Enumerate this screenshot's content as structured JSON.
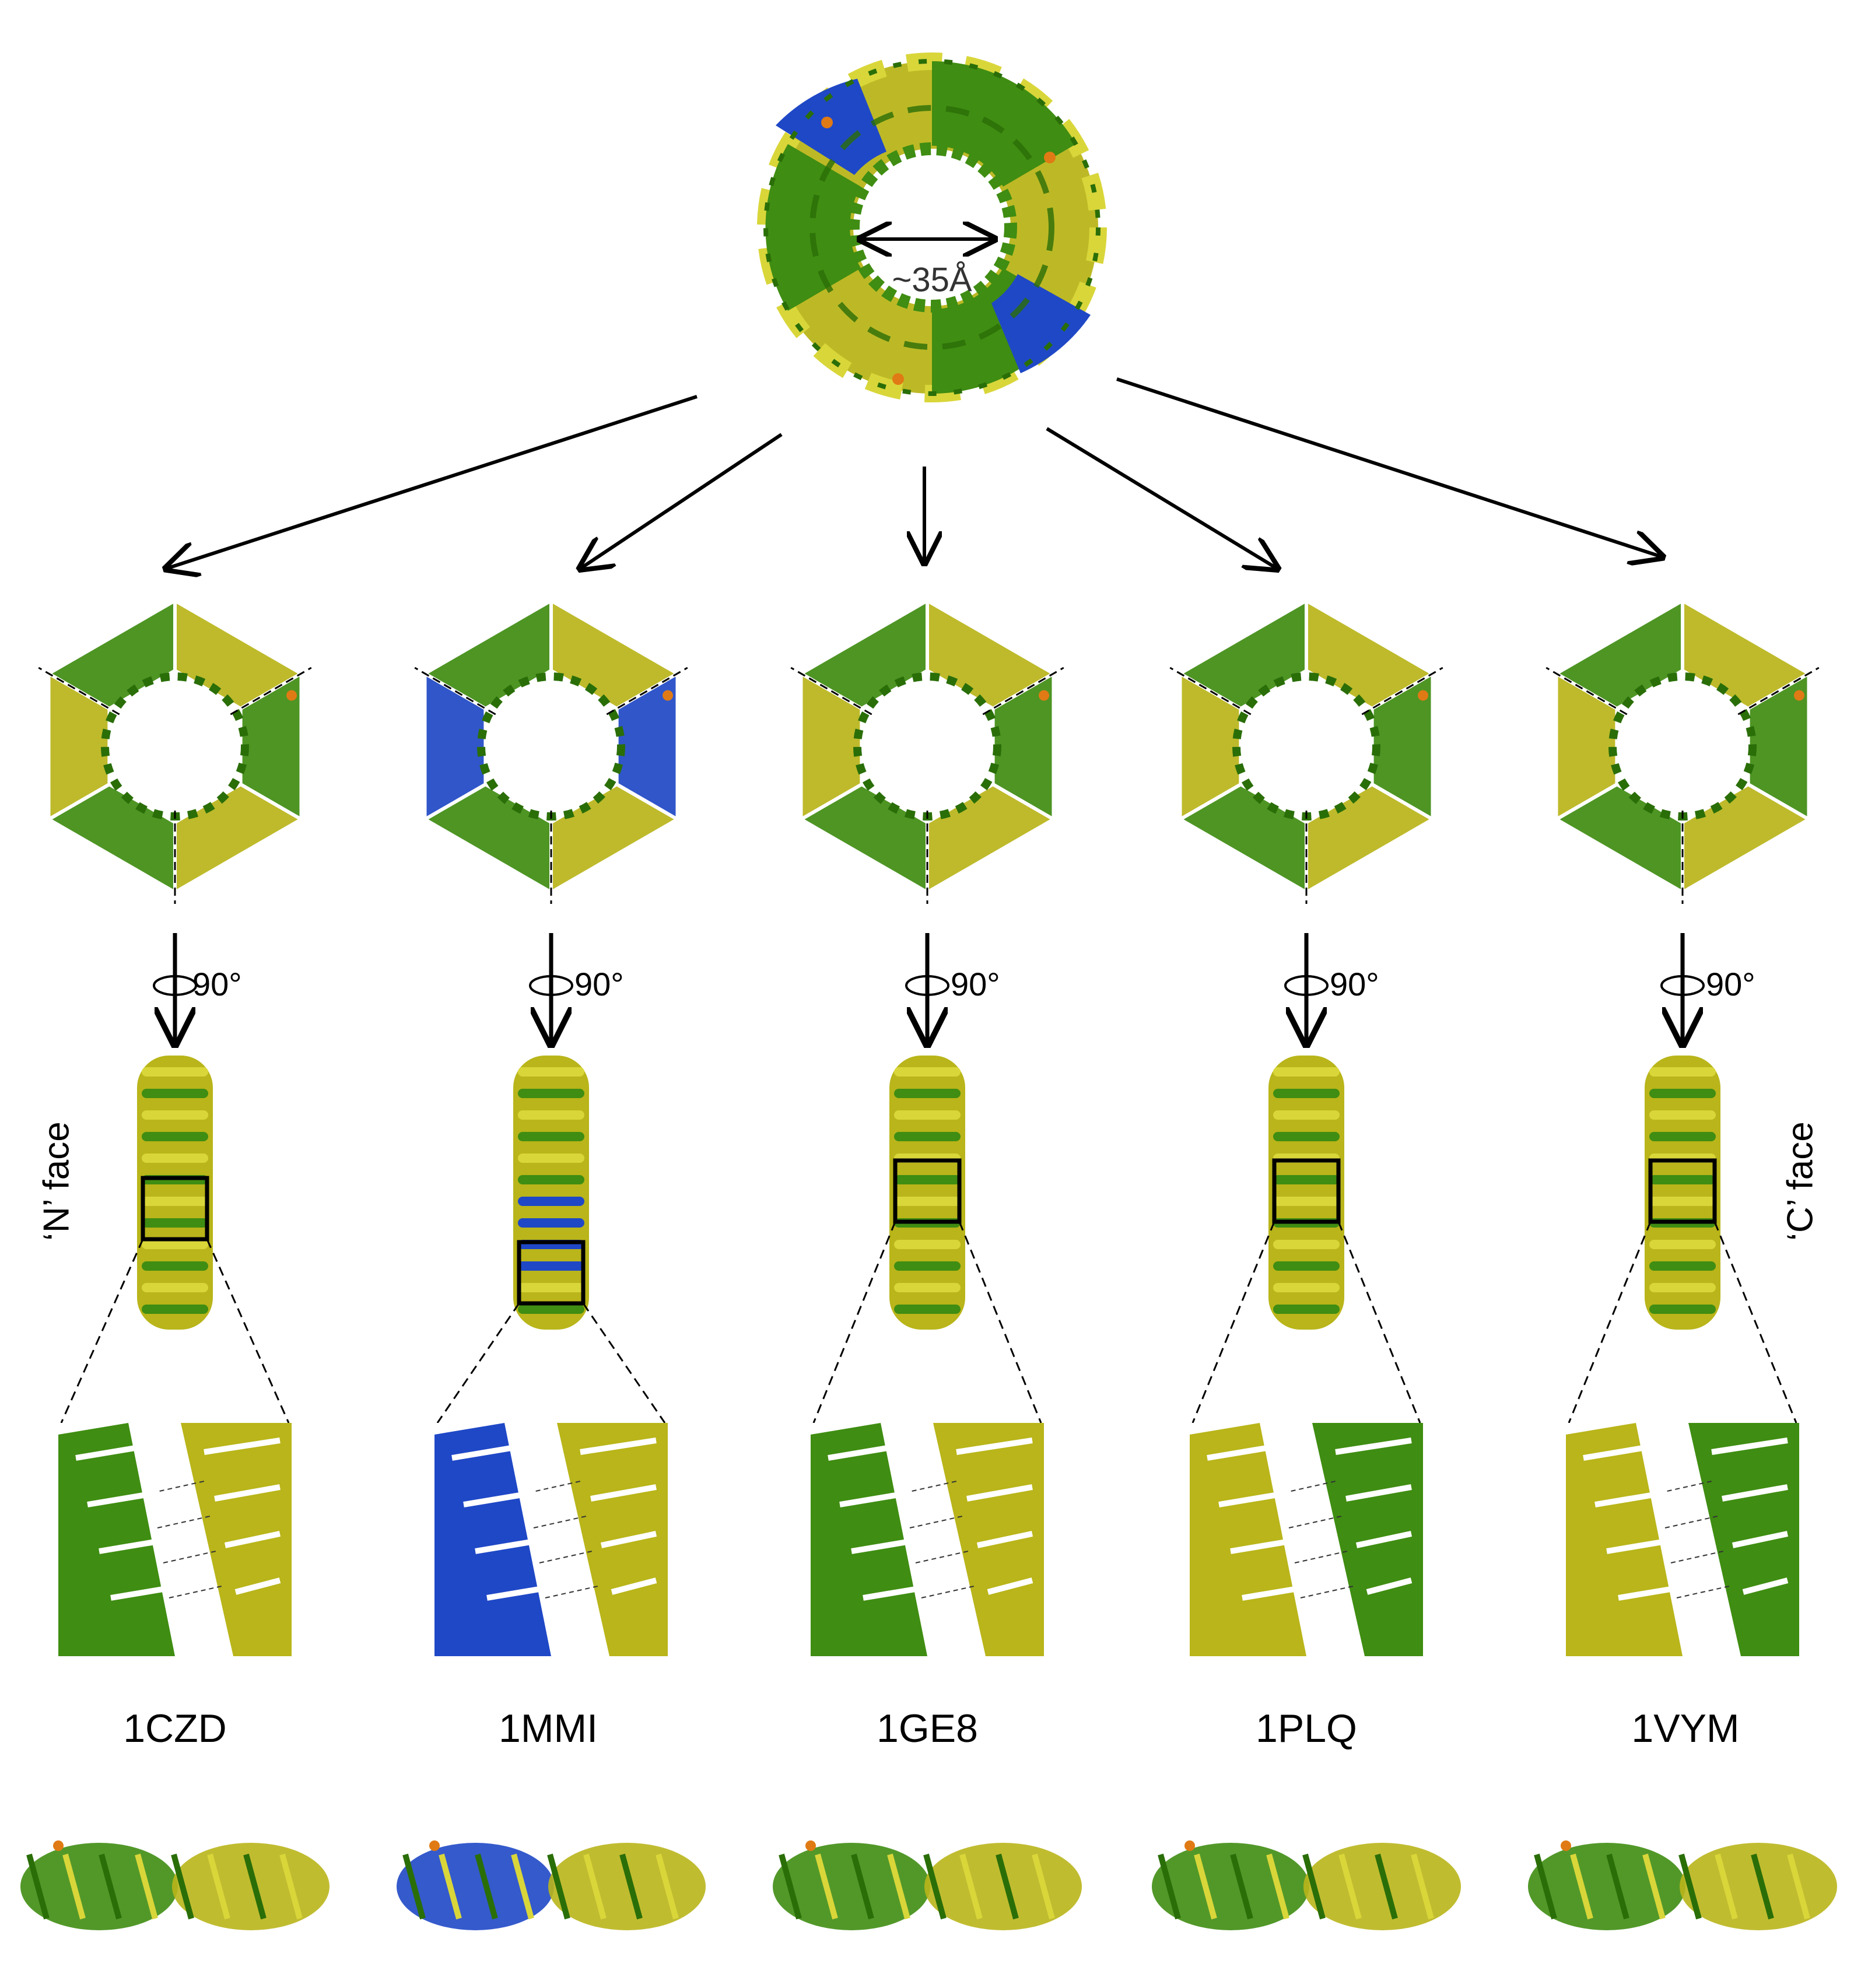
{
  "colors": {
    "yellow": "#b9b51a",
    "yellow_light": "#d9d63a",
    "green": "#3f8d12",
    "green_dark": "#2a6e08",
    "blue": "#1f48c6",
    "orange": "#e07a14",
    "arrow": "#000000"
  },
  "top_ring": {
    "diameter_label": "~35Å"
  },
  "rotation_label": "90°",
  "faces": {
    "n_face": "‘N’ face",
    "c_face": "‘C’ face"
  },
  "structures": [
    {
      "pdb": "1CZD",
      "has_blue": false
    },
    {
      "pdb": "1MMI",
      "has_blue": true
    },
    {
      "pdb": "1GE8",
      "has_blue": false
    },
    {
      "pdb": "1PLQ",
      "has_blue": false
    },
    {
      "pdb": "1VYM",
      "has_blue": false
    }
  ]
}
